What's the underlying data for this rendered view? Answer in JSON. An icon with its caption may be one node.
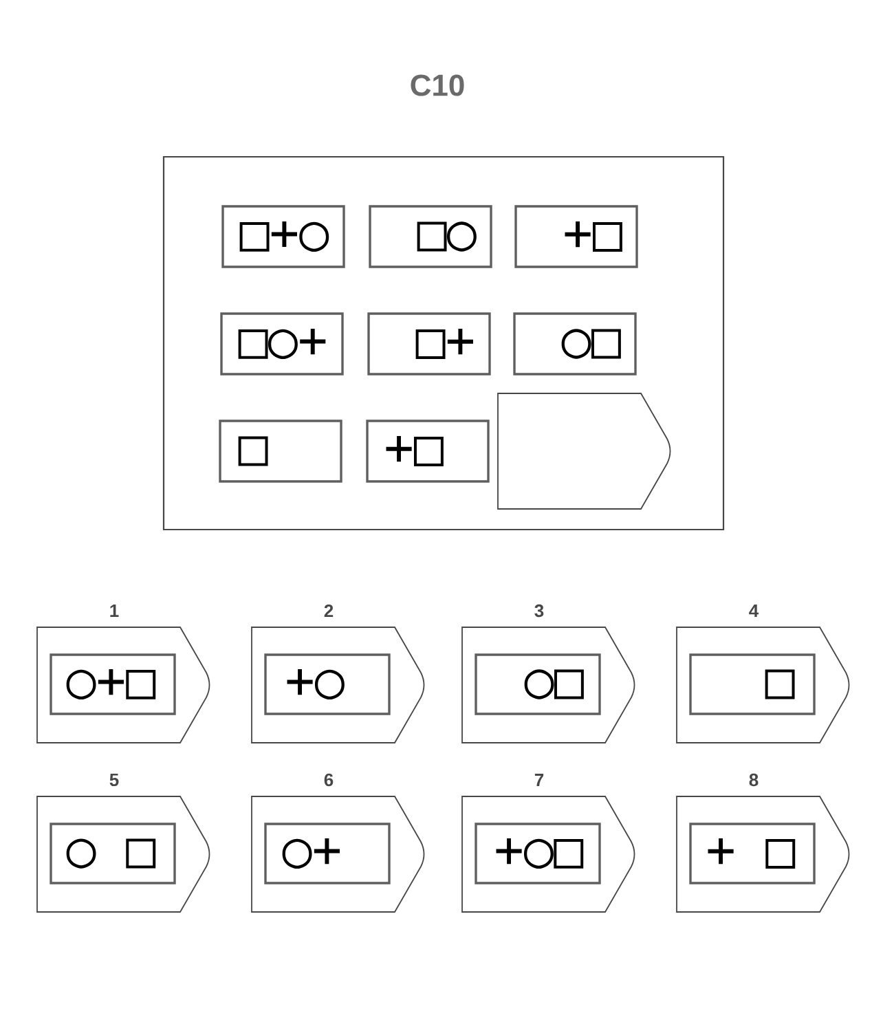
{
  "diagram": {
    "title": "C10",
    "nodes": [
      {
        "text": [],
        "shape": "box"
      },
      {
        "text": [
          "□+○"
        ],
        "in": 0
      },
      {
        "text": [
          "□○"
        ],
        "in": 0
      },
      {
        "text": [
          "+□"
        ],
        "in": 0
      },
      {
        "text": [
          "□○+"
        ],
        "in": 0
      },
      {
        "text": [
          "□+"
        ],
        "in": 0
      },
      {
        "text": [
          "○□"
        ],
        "in": 0
      },
      {
        "text": [
          "□"
        ],
        "in": 0
      },
      {
        "text": [
          "+□"
        ],
        "in": 0
      },
      {
        "text": [],
        "shape": "tag",
        "in": 0
      },
      {
        "text": [
          "1"
        ]
      },
      {
        "text": [
          "○+□"
        ],
        "in": 10
      },
      {
        "text": [
          "2"
        ]
      },
      {
        "text": [
          "+○"
        ],
        "in": 12
      },
      {
        "text": [
          "3"
        ]
      },
      {
        "text": [
          "○□"
        ],
        "in": 14
      },
      {
        "text": [
          "4"
        ]
      },
      {
        "text": [
          "□"
        ],
        "in": 16
      },
      {
        "text": [
          "5"
        ]
      },
      {
        "text": [
          "○ □"
        ],
        "in": 18
      },
      {
        "text": [
          "6"
        ]
      },
      {
        "text": [
          "○+"
        ],
        "in": 20
      },
      {
        "text": [
          "7"
        ]
      },
      {
        "text": [
          "+○□"
        ],
        "in": 22
      },
      {
        "text": [
          "8"
        ]
      },
      {
        "text": [
          "+ □"
        ],
        "in": 24
      }
    ]
  }
}
